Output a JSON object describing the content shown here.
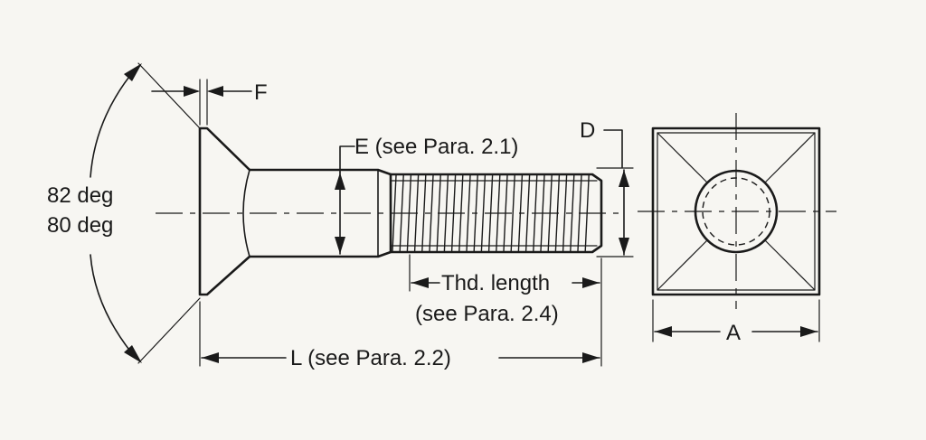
{
  "labels": {
    "angle_1": "82 deg",
    "angle_2": "80 deg",
    "f": "F",
    "e": "E (see Para. 2.1)",
    "d": "D",
    "thread_length_1": "Thd. length",
    "thread_length_2": "(see Para. 2.4)",
    "l": "L (see Para. 2.2)",
    "a": "A"
  }
}
